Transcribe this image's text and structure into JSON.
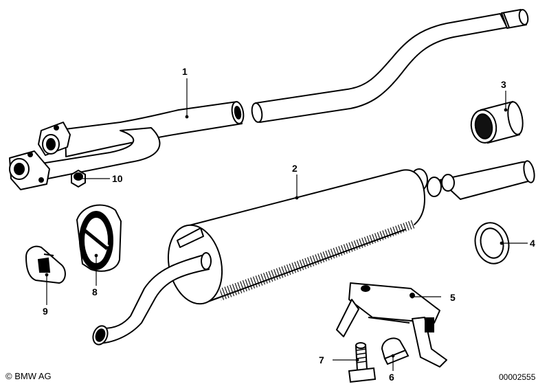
{
  "callouts": {
    "c1": "1",
    "c2": "2",
    "c3": "3",
    "c4": "4",
    "c5": "5",
    "c6": "6",
    "c7": "7",
    "c8": "8",
    "c9": "9",
    "c10": "10"
  },
  "footer": {
    "copyright": "© BMW AG",
    "diagram_number": "00002555"
  }
}
